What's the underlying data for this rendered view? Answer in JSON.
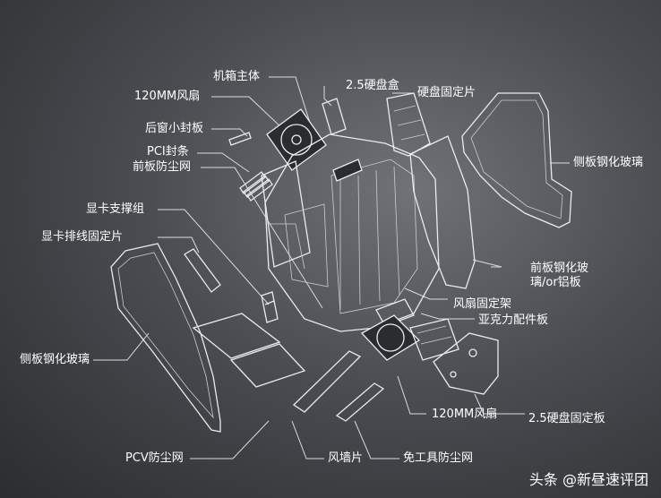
{
  "labels": {
    "case_body": "机箱主体",
    "hdd_cage_25": "2.5硬盘盒",
    "hdd_bracket": "硬盘固定片",
    "fan_120_top": "120MM风扇",
    "rear_slot_cover": "后窗小封板",
    "pci_covers": "PCI封条",
    "front_dust_filter": "前板防尘网",
    "gpu_support": "显卡支撑组",
    "gpu_cable_clip": "显卡排线固定片",
    "side_glass_left": "侧板钢化玻璃",
    "side_glass_right": "侧板钢化玻璃",
    "front_panel_glass": "前板钢化玻璃/or铝板",
    "fan_bracket": "风扇固定架",
    "acrylic_panel": "亚克力配件板",
    "fan_120_bottom": "120MM风扇",
    "ssd_mount_plate": "2.5硬盘固定板",
    "pcv_dust_filter": "PCV防尘网",
    "wind_wall": "风墙片",
    "toolless_filter": "免工具防尘网"
  },
  "watermark": "头条 @新昼速评团"
}
